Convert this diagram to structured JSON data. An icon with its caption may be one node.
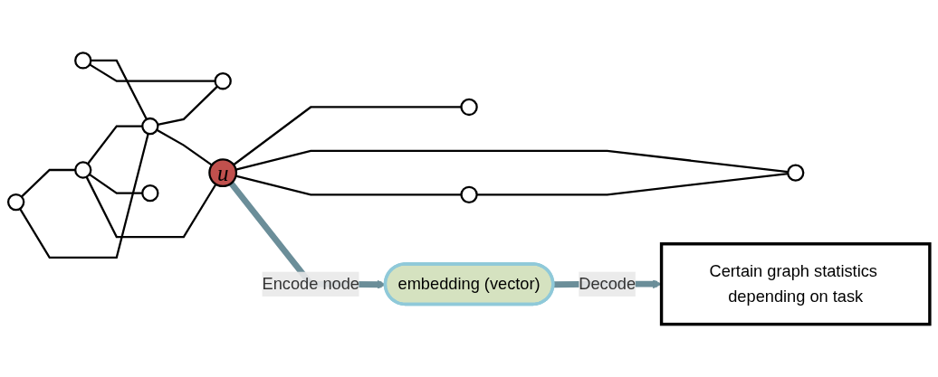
{
  "diagram": {
    "nodes": [
      {
        "text": [],
        "shape": "circle"
      },
      {
        "text": [],
        "shape": "circle"
      },
      {
        "text": [],
        "shape": "circle"
      },
      {
        "text": [],
        "shape": "circle"
      },
      {
        "text": [],
        "shape": "circle"
      },
      {
        "text": [],
        "shape": "circle"
      },
      {
        "text": [
          "u"
        ]
      },
      {
        "text": [],
        "shape": "circle"
      },
      {
        "text": [],
        "shape": "circle"
      },
      {
        "text": [],
        "shape": "circle"
      },
      {
        "text": [
          "embedding (vector)"
        ]
      },
      {
        "text": [
          "Certain graph statistics depending on task"
        ]
      }
    ],
    "edges": [
      {
        "from": 0,
        "to": 3,
        "arrow": "none"
      },
      {
        "from": 0,
        "to": 2,
        "arrow": "none"
      },
      {
        "from": 3,
        "to": 2,
        "arrow": "none"
      },
      {
        "from": 1,
        "to": 2,
        "arrow": "none"
      },
      {
        "from": 1,
        "to": 4,
        "arrow": "none"
      },
      {
        "from": 2,
        "to": 4,
        "arrow": "none"
      },
      {
        "from": 3,
        "to": 5,
        "arrow": "none"
      },
      {
        "from": 3,
        "to": 6,
        "arrow": "none"
      },
      {
        "from": 2,
        "to": 6,
        "arrow": "none"
      },
      {
        "from": 6,
        "to": 7,
        "arrow": "none"
      },
      {
        "from": 6,
        "to": 8,
        "arrow": "none"
      },
      {
        "from": 6,
        "to": 9,
        "arrow": "none"
      },
      {
        "from": 9,
        "to": 8,
        "arrow": "none"
      },
      {
        "from": 6,
        "to": 10,
        "arrow": "to",
        "label": "Encode node",
        "style": "thick",
        "color": "#6b8e99"
      },
      {
        "from": 10,
        "to": 11,
        "arrow": "to",
        "label": "Decode",
        "style": "thick",
        "color": "#6b8e99"
      }
    ]
  }
}
